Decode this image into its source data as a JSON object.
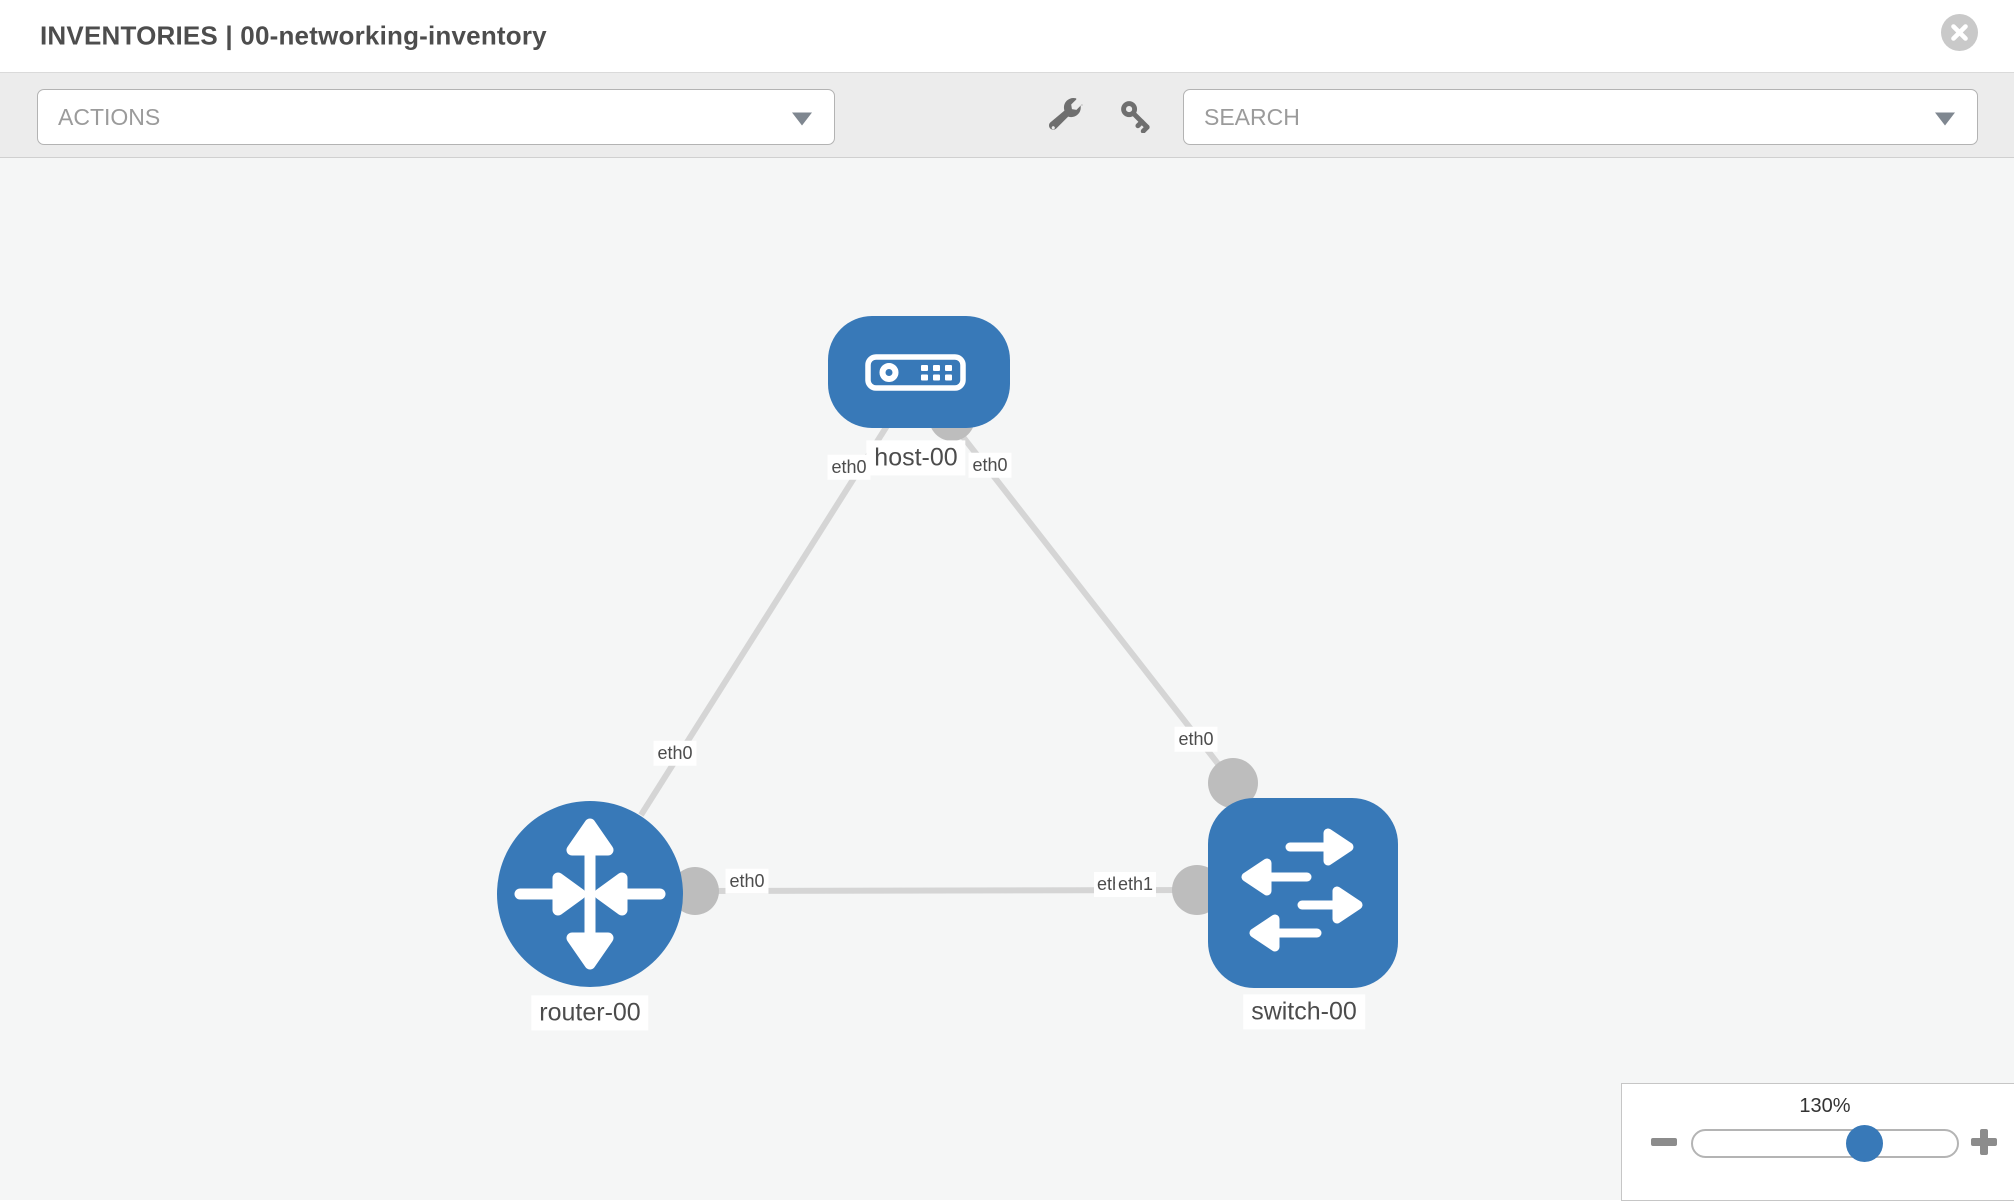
{
  "header": {
    "title": "INVENTORIES | 00-networking-inventory"
  },
  "toolbar": {
    "actions": {
      "placeholder": "ACTIONS"
    },
    "search": {
      "placeholder": "SEARCH"
    },
    "icons": [
      "wrench-icon",
      "key-icon",
      "caret-down-icon"
    ]
  },
  "topology": {
    "nodes": [
      {
        "id": "host-00",
        "type": "host",
        "label": "host-00",
        "shape": "rounded-rect",
        "icon": "server-icon"
      },
      {
        "id": "router-00",
        "type": "router",
        "label": "router-00",
        "shape": "circle",
        "icon": "router-arrows-icon"
      },
      {
        "id": "switch-00",
        "type": "switch",
        "label": "switch-00",
        "shape": "rounded-square",
        "icon": "switch-arrows-icon"
      }
    ],
    "links": [
      {
        "source": "host-00",
        "target": "router-00",
        "source_interface": "eth0",
        "target_interface": "eth0"
      },
      {
        "source": "host-00",
        "target": "switch-00",
        "source_interface": "eth0",
        "target_interface": "eth0"
      },
      {
        "source": "router-00",
        "target": "switch-00",
        "source_interface": "eth0",
        "target_interface": "eth1"
      }
    ],
    "labels": {
      "host": "host-00",
      "router": "router-00",
      "switch": "switch-00",
      "if_host_left": "eth0",
      "if_host_right": "eth0",
      "if_router_top": "eth0",
      "if_switch_top": "eth0",
      "if_link_mid_left": "eth0",
      "if_link_mid_right_under": "eth1",
      "if_link_mid_right_over": "eth1"
    }
  },
  "zoom_control": {
    "level": "130%",
    "value_percent": 130,
    "minus_icon": "minus",
    "plus_icon": "plus"
  },
  "colors": {
    "node_blue": "#3879b8",
    "connector_gray": "#bdbdbd",
    "edge_gray": "#d5d5d5",
    "canvas_bg": "#f5f6f6",
    "thumb_blue": "#3879b8",
    "header_text": "#4d4d4d"
  }
}
